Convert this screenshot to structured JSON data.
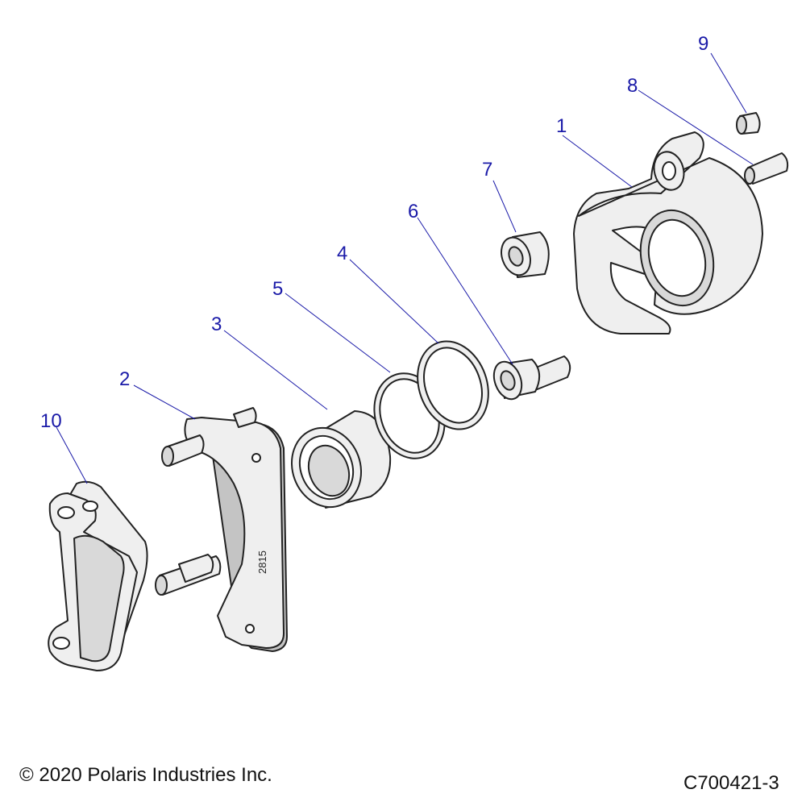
{
  "callouts": [
    {
      "id": "1",
      "label": "1"
    },
    {
      "id": "2",
      "label": "2"
    },
    {
      "id": "3",
      "label": "3"
    },
    {
      "id": "4",
      "label": "4"
    },
    {
      "id": "5",
      "label": "5"
    },
    {
      "id": "6",
      "label": "6"
    },
    {
      "id": "7",
      "label": "7"
    },
    {
      "id": "8",
      "label": "8"
    },
    {
      "id": "9",
      "label": "9"
    },
    {
      "id": "10",
      "label": "10"
    }
  ],
  "bracket_stamp": "2815",
  "footer": {
    "copyright": "© 2020 Polaris Industries Inc.",
    "figure_id": "C700421-3"
  },
  "colors": {
    "callout": "#1a1aa8",
    "outline": "#222222"
  }
}
